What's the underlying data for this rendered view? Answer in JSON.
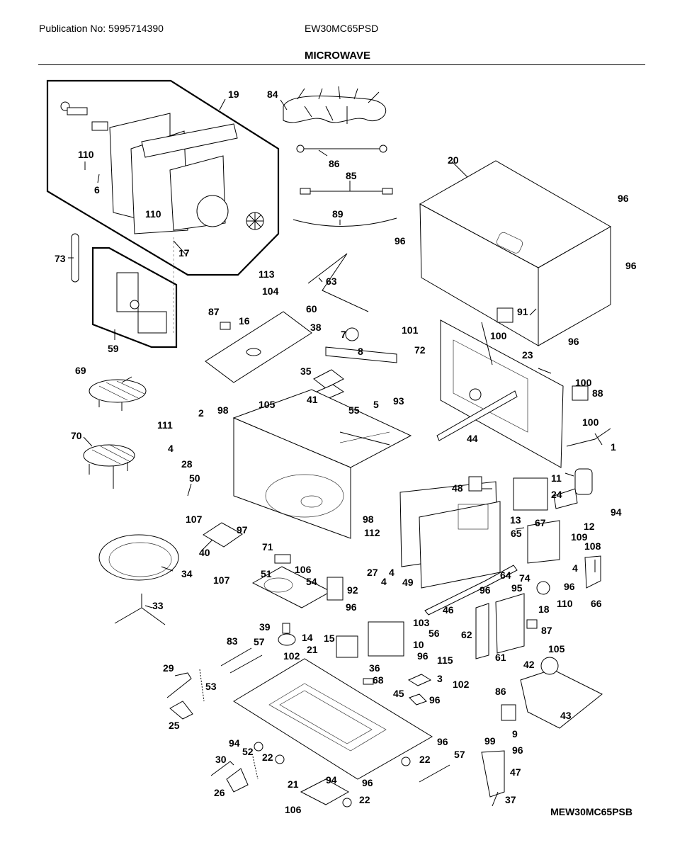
{
  "header": {
    "publication": "Publication No: 5995714390",
    "model": "EW30MC65PSD",
    "section_title": "MICROWAVE"
  },
  "footer": {
    "diagram_code": "MEW30MC65PSB"
  },
  "callouts": [
    {
      "id": "c19",
      "text": "19"
    },
    {
      "id": "c84",
      "text": "84"
    },
    {
      "id": "c110a",
      "text": "110"
    },
    {
      "id": "c6",
      "text": "6"
    },
    {
      "id": "c110b",
      "text": "110"
    },
    {
      "id": "c17",
      "text": "17"
    },
    {
      "id": "c86a",
      "text": "86"
    },
    {
      "id": "c85",
      "text": "85"
    },
    {
      "id": "c89",
      "text": "89"
    },
    {
      "id": "c20",
      "text": "20"
    },
    {
      "id": "c96a",
      "text": "96"
    },
    {
      "id": "c96b",
      "text": "96"
    },
    {
      "id": "c96c",
      "text": "96"
    },
    {
      "id": "c96d",
      "text": "96"
    },
    {
      "id": "c73",
      "text": "73"
    },
    {
      "id": "c59",
      "text": "59"
    },
    {
      "id": "c113",
      "text": "113"
    },
    {
      "id": "c104",
      "text": "104"
    },
    {
      "id": "c63",
      "text": "63"
    },
    {
      "id": "c87a",
      "text": "87"
    },
    {
      "id": "c16",
      "text": "16"
    },
    {
      "id": "c60",
      "text": "60"
    },
    {
      "id": "c38",
      "text": "38"
    },
    {
      "id": "c91",
      "text": "91"
    },
    {
      "id": "c100a",
      "text": "100"
    },
    {
      "id": "c7",
      "text": "7"
    },
    {
      "id": "c101",
      "text": "101"
    },
    {
      "id": "c8",
      "text": "8"
    },
    {
      "id": "c72",
      "text": "72"
    },
    {
      "id": "c23",
      "text": "23"
    },
    {
      "id": "c69",
      "text": "69"
    },
    {
      "id": "c35",
      "text": "35"
    },
    {
      "id": "c41",
      "text": "41"
    },
    {
      "id": "c100b",
      "text": "100"
    },
    {
      "id": "c88",
      "text": "88"
    },
    {
      "id": "c105a",
      "text": "105"
    },
    {
      "id": "c2",
      "text": "2"
    },
    {
      "id": "c98a",
      "text": "98"
    },
    {
      "id": "c111",
      "text": "111"
    },
    {
      "id": "c4a",
      "text": "4"
    },
    {
      "id": "c28",
      "text": "28"
    },
    {
      "id": "c55",
      "text": "55"
    },
    {
      "id": "c5",
      "text": "5"
    },
    {
      "id": "c93",
      "text": "93"
    },
    {
      "id": "c100c",
      "text": "100"
    },
    {
      "id": "c44",
      "text": "44"
    },
    {
      "id": "c1",
      "text": "1"
    },
    {
      "id": "c70",
      "text": "70"
    },
    {
      "id": "c50",
      "text": "50"
    },
    {
      "id": "c11",
      "text": "11"
    },
    {
      "id": "c48",
      "text": "48"
    },
    {
      "id": "c24",
      "text": "24"
    },
    {
      "id": "c94a",
      "text": "94"
    },
    {
      "id": "c12",
      "text": "12"
    },
    {
      "id": "c107a",
      "text": "107"
    },
    {
      "id": "c97",
      "text": "97"
    },
    {
      "id": "c98b",
      "text": "98"
    },
    {
      "id": "c13",
      "text": "13"
    },
    {
      "id": "c65",
      "text": "65"
    },
    {
      "id": "c67",
      "text": "67"
    },
    {
      "id": "c109",
      "text": "109"
    },
    {
      "id": "c112",
      "text": "112"
    },
    {
      "id": "c108",
      "text": "108"
    },
    {
      "id": "c40",
      "text": "40"
    },
    {
      "id": "c71",
      "text": "71"
    },
    {
      "id": "c34",
      "text": "34"
    },
    {
      "id": "c51",
      "text": "51"
    },
    {
      "id": "c106a",
      "text": "106"
    },
    {
      "id": "c27",
      "text": "27"
    },
    {
      "id": "c4b",
      "text": "4"
    },
    {
      "id": "c4c",
      "text": "4"
    },
    {
      "id": "c74",
      "text": "74"
    },
    {
      "id": "c4d",
      "text": "4"
    },
    {
      "id": "c107b",
      "text": "107"
    },
    {
      "id": "c54",
      "text": "54"
    },
    {
      "id": "c49",
      "text": "49"
    },
    {
      "id": "c64",
      "text": "64"
    },
    {
      "id": "c96e",
      "text": "96"
    },
    {
      "id": "c92",
      "text": "92"
    },
    {
      "id": "c96f",
      "text": "96"
    },
    {
      "id": "c95",
      "text": "95"
    },
    {
      "id": "c18",
      "text": "18"
    },
    {
      "id": "c110c",
      "text": "110"
    },
    {
      "id": "c66",
      "text": "66"
    },
    {
      "id": "c33",
      "text": "33"
    },
    {
      "id": "c46",
      "text": "46"
    },
    {
      "id": "c96g",
      "text": "96"
    },
    {
      "id": "c103",
      "text": "103"
    },
    {
      "id": "c56",
      "text": "56"
    },
    {
      "id": "c62",
      "text": "62"
    },
    {
      "id": "c87b",
      "text": "87"
    },
    {
      "id": "c39",
      "text": "39"
    },
    {
      "id": "c14",
      "text": "14"
    },
    {
      "id": "c15",
      "text": "15"
    },
    {
      "id": "c10",
      "text": "10"
    },
    {
      "id": "c83",
      "text": "83"
    },
    {
      "id": "c57a",
      "text": "57"
    },
    {
      "id": "c102a",
      "text": "102"
    },
    {
      "id": "c21a",
      "text": "21"
    },
    {
      "id": "c61",
      "text": "61"
    },
    {
      "id": "c105b",
      "text": "105"
    },
    {
      "id": "c96h",
      "text": "96"
    },
    {
      "id": "c115",
      "text": "115"
    },
    {
      "id": "c42",
      "text": "42"
    },
    {
      "id": "c29",
      "text": "29"
    },
    {
      "id": "c36",
      "text": "36"
    },
    {
      "id": "c3",
      "text": "3"
    },
    {
      "id": "c53",
      "text": "53"
    },
    {
      "id": "c68",
      "text": "68"
    },
    {
      "id": "c102b",
      "text": "102"
    },
    {
      "id": "c86b",
      "text": "86"
    },
    {
      "id": "c45",
      "text": "45"
    },
    {
      "id": "c96i",
      "text": "96"
    },
    {
      "id": "c25",
      "text": "25"
    },
    {
      "id": "c43",
      "text": "43"
    },
    {
      "id": "c9",
      "text": "9"
    },
    {
      "id": "c99",
      "text": "99"
    },
    {
      "id": "c96j",
      "text": "96"
    },
    {
      "id": "c94b",
      "text": "94"
    },
    {
      "id": "c52",
      "text": "52"
    },
    {
      "id": "c22a",
      "text": "22"
    },
    {
      "id": "c96k",
      "text": "96"
    },
    {
      "id": "c30",
      "text": "30"
    },
    {
      "id": "c57b",
      "text": "57"
    },
    {
      "id": "c22b",
      "text": "22"
    },
    {
      "id": "c47",
      "text": "47"
    },
    {
      "id": "c21b",
      "text": "21"
    },
    {
      "id": "c94c",
      "text": "94"
    },
    {
      "id": "c96l",
      "text": "96"
    },
    {
      "id": "c26",
      "text": "26"
    },
    {
      "id": "c106b",
      "text": "106"
    },
    {
      "id": "c22c",
      "text": "22"
    },
    {
      "id": "c37",
      "text": "37"
    }
  ]
}
